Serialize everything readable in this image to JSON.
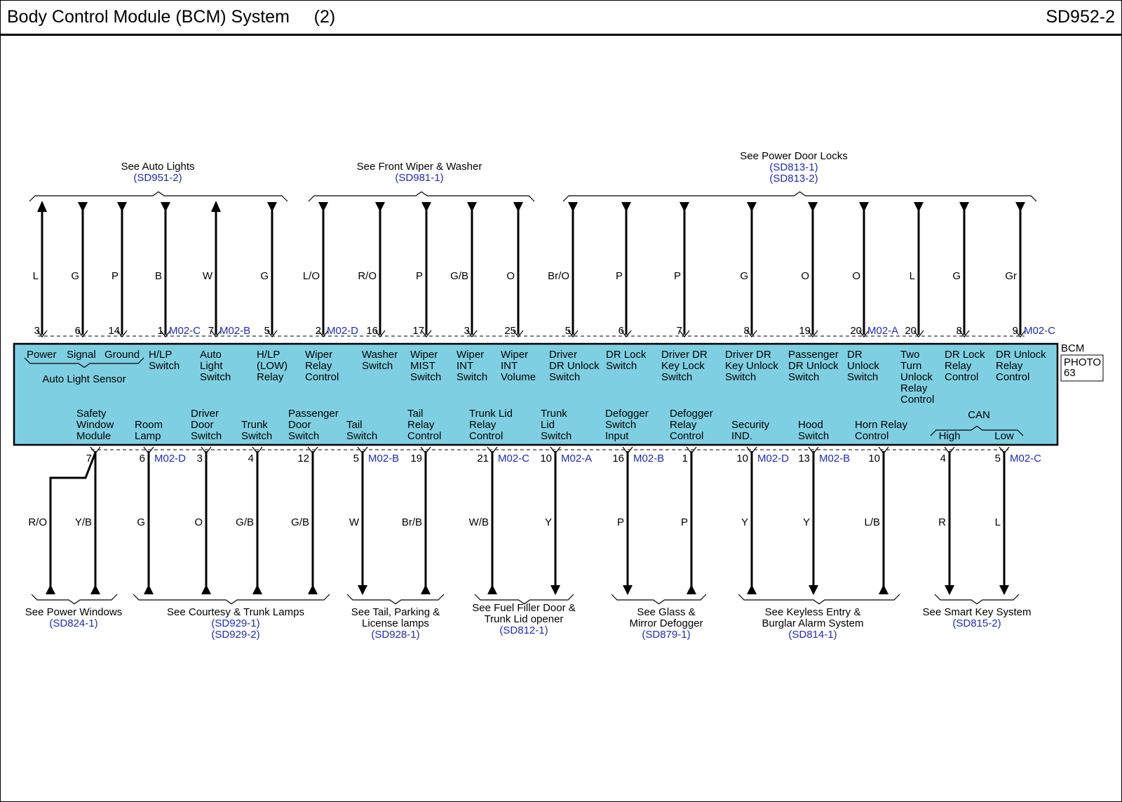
{
  "header": {
    "title": "Body Control Module (BCM) System     (2)",
    "page_id": "SD952-2"
  },
  "module": {
    "name": "BCM",
    "photo": [
      "PHOTO",
      "63"
    ],
    "color": "#7fcfe2"
  },
  "sub_group": {
    "auto_light_sensor": "Auto Light Sensor",
    "can": "CAN"
  },
  "top_groups": [
    {
      "lines": [
        "See Auto Lights"
      ],
      "refs": [
        "(SD951-2)"
      ]
    },
    {
      "lines": [
        "See Front Wiper & Washer"
      ],
      "refs": [
        "(SD981-1)"
      ]
    },
    {
      "lines": [
        "See Power Door Locks"
      ],
      "refs": [
        "(SD813-1)",
        "(SD813-2)"
      ]
    }
  ],
  "top_pins": [
    {
      "pin": "3",
      "wire": "L",
      "dir": "out",
      "label": [
        "Power"
      ],
      "conn": ""
    },
    {
      "pin": "6",
      "wire": "G",
      "dir": "in",
      "label": [
        "Signal"
      ],
      "conn": ""
    },
    {
      "pin": "14",
      "wire": "P",
      "dir": "in",
      "label": [
        "Ground"
      ],
      "conn": ""
    },
    {
      "pin": "1",
      "wire": "B",
      "dir": "in",
      "label": [
        "H/LP",
        "Switch"
      ],
      "conn": "M02-C"
    },
    {
      "pin": "7",
      "wire": "W",
      "dir": "out",
      "label": [
        "Auto",
        "Light",
        "Switch"
      ],
      "conn": "M02-B"
    },
    {
      "pin": "5",
      "wire": "G",
      "dir": "in",
      "label": [
        "H/LP",
        "(LOW)",
        "Relay"
      ],
      "conn": ""
    },
    {
      "pin": "2",
      "wire": "L/O",
      "dir": "in",
      "label": [
        "Wiper",
        "Relay",
        "Control"
      ],
      "conn": "M02-D"
    },
    {
      "pin": "16",
      "wire": "R/O",
      "dir": "in",
      "label": [
        "Washer",
        "Switch"
      ],
      "conn": ""
    },
    {
      "pin": "17",
      "wire": "P",
      "dir": "in",
      "label": [
        "Wiper",
        "MIST",
        "Switch"
      ],
      "conn": ""
    },
    {
      "pin": "3",
      "wire": "G/B",
      "dir": "in",
      "label": [
        "Wiper",
        "INT",
        "Switch"
      ],
      "conn": ""
    },
    {
      "pin": "25",
      "wire": "O",
      "dir": "in",
      "label": [
        "Wiper",
        "INT",
        "Volume"
      ],
      "conn": ""
    },
    {
      "pin": "5",
      "wire": "Br/O",
      "dir": "in",
      "label": [
        "Driver",
        "DR Unlock",
        "Switch"
      ],
      "conn": ""
    },
    {
      "pin": "6",
      "wire": "P",
      "dir": "in",
      "label": [
        "DR Lock",
        "Switch"
      ],
      "conn": ""
    },
    {
      "pin": "7",
      "wire": "P",
      "dir": "in",
      "label": [
        "Driver DR",
        "Key Lock",
        "Switch"
      ],
      "conn": ""
    },
    {
      "pin": "8",
      "wire": "G",
      "dir": "in",
      "label": [
        "Driver DR",
        "Key Unlock",
        "Switch"
      ],
      "conn": ""
    },
    {
      "pin": "19",
      "wire": "O",
      "dir": "in",
      "label": [
        "Passenger",
        "DR Unlock",
        "Switch"
      ],
      "conn": ""
    },
    {
      "pin": "20",
      "wire": "O",
      "dir": "in",
      "label": [
        "DR",
        "Unlock",
        "Switch"
      ],
      "conn": "M02-A"
    },
    {
      "pin": "20",
      "wire": "L",
      "dir": "in",
      "label": [
        "Two",
        "Turn",
        "Unlock",
        "Relay",
        "Control"
      ],
      "conn": ""
    },
    {
      "pin": "8",
      "wire": "G",
      "dir": "in",
      "label": [
        "DR Lock",
        "Relay",
        "Control"
      ],
      "conn": ""
    },
    {
      "pin": "9",
      "wire": "Gr",
      "dir": "in",
      "label": [
        "DR Unlock",
        "Relay",
        "Control"
      ],
      "conn": "M02-C"
    }
  ],
  "bottom_pins": [
    {
      "pin": "7",
      "wire": "Y/B",
      "dir": "up",
      "label": [
        "Safety",
        "Window",
        "Module"
      ],
      "conn": ""
    },
    {
      "pin": "6",
      "wire": "G",
      "dir": "up",
      "label": [
        "Room",
        "Lamp"
      ],
      "conn": "M02-D"
    },
    {
      "pin": "3",
      "wire": "O",
      "dir": "up",
      "label": [
        "Driver",
        "Door",
        "Switch"
      ],
      "conn": ""
    },
    {
      "pin": "4",
      "wire": "G/B",
      "dir": "up",
      "label": [
        "Trunk",
        "Switch"
      ],
      "conn": ""
    },
    {
      "pin": "12",
      "wire": "G/B",
      "dir": "up",
      "label": [
        "Passenger",
        "Door",
        "Switch"
      ],
      "conn": ""
    },
    {
      "pin": "5",
      "wire": "W",
      "dir": "down",
      "label": [
        "Tail",
        "Switch"
      ],
      "conn": "M02-B"
    },
    {
      "pin": "19",
      "wire": "Br/B",
      "dir": "up",
      "label": [
        "Tail",
        "Relay",
        "Control"
      ],
      "conn": ""
    },
    {
      "pin": "21",
      "wire": "W/B",
      "dir": "up",
      "label": [
        "Trunk Lid",
        "Relay",
        "Control"
      ],
      "conn": "M02-C"
    },
    {
      "pin": "10",
      "wire": "Y",
      "dir": "down",
      "label": [
        "Trunk",
        "Lid",
        "Switch"
      ],
      "conn": "M02-A"
    },
    {
      "pin": "16",
      "wire": "P",
      "dir": "down",
      "label": [
        "Defogger",
        "Switch",
        "Input"
      ],
      "conn": "M02-B"
    },
    {
      "pin": "1",
      "wire": "P",
      "dir": "up",
      "label": [
        "Defogger",
        "Relay",
        "Control"
      ],
      "conn": ""
    },
    {
      "pin": "10",
      "wire": "Y",
      "dir": "up",
      "label": [
        "Security",
        "IND."
      ],
      "conn": "M02-D"
    },
    {
      "pin": "13",
      "wire": "Y",
      "dir": "down",
      "label": [
        "Hood",
        "Switch"
      ],
      "conn": "M02-B"
    },
    {
      "pin": "10",
      "wire": "L/B",
      "dir": "up",
      "label": [
        "Horn Relay",
        "Control"
      ],
      "conn": ""
    },
    {
      "pin": "4",
      "wire": "R",
      "dir": "down",
      "label": [
        "High"
      ],
      "conn": ""
    },
    {
      "pin": "5",
      "wire": "L",
      "dir": "down",
      "label": [
        "Low"
      ],
      "conn": "M02-C"
    }
  ],
  "extra_wire": {
    "wire": "R/O"
  },
  "bottom_groups": [
    {
      "lines": [
        "See Power Windows"
      ],
      "refs": [
        "(SD824-1)"
      ]
    },
    {
      "lines": [
        "See Courtesy & Trunk Lamps"
      ],
      "refs": [
        "(SD929-1)",
        "(SD929-2)"
      ]
    },
    {
      "lines": [
        "See Tail, Parking &",
        "License lamps"
      ],
      "refs": [
        "(SD928-1)"
      ]
    },
    {
      "lines": [
        "See Fuel Filler Door &",
        "Trunk Lid opener"
      ],
      "refs": [
        "(SD812-1)"
      ]
    },
    {
      "lines": [
        "See Glass &",
        "Mirror Defogger"
      ],
      "refs": [
        "(SD879-1)"
      ]
    },
    {
      "lines": [
        "See Keyless Entry &",
        "Burglar Alarm System"
      ],
      "refs": [
        "(SD814-1)"
      ]
    },
    {
      "lines": [
        "See Smart Key System"
      ],
      "refs": [
        "(SD815-2)"
      ]
    }
  ]
}
